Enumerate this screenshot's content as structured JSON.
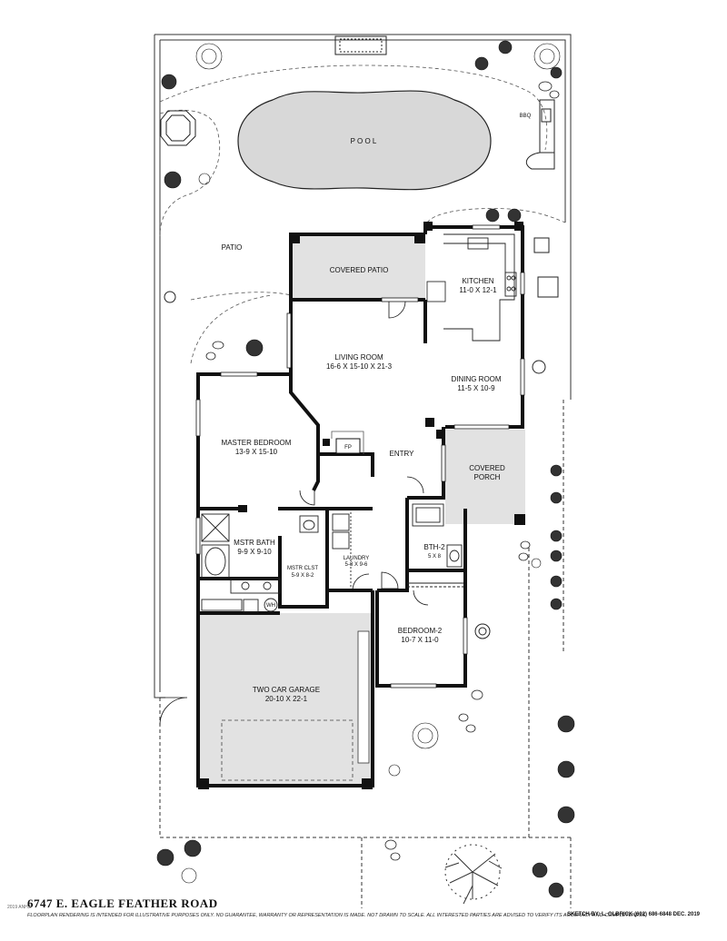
{
  "address": "6747 E. EAGLE FEATHER ROAD",
  "disclaimer": "FLOORPLAN RENDERING IS INTENDED FOR ILLUSTRATIVE PURPOSES ONLY.  NO GUARANTEE, WARRANTY OR REPRESENTATION IS MADE.  NOT DRAWN TO SCALE.  ALL INTERESTED PARTIES ARE ADVISED TO VERIFY ITS ACCURACY AND COMPLETENESS.",
  "sketch_credit": "SKETCH BY:  L. OLBRICK  (602) 686-6848  DEC. 2019",
  "copyright": "2019 ANHS",
  "labels": {
    "pool": "P O O L",
    "bbq": "BBQ",
    "patio": "PATIO",
    "covered_patio": "COVERED PATIO",
    "kitchen": "KITCHEN",
    "kitchen_dim": "11-0 X 12-1",
    "living_room": "LIVING ROOM",
    "living_room_dim": "16-6 X 15-10 X 21-3",
    "dining_room": "DINING ROOM",
    "dining_room_dim": "11-5  X  10-9",
    "master_bedroom": "MASTER BEDROOM",
    "master_bedroom_dim": "13-9  X  15-10",
    "fp": "FP",
    "entry": "ENTRY",
    "covered_porch_1": "COVERED",
    "covered_porch_2": "PORCH",
    "mstr_bath": "MSTR BATH",
    "mstr_bath_dim": "9-9  X  9-10",
    "mstr_clst": "MSTR CLST",
    "mstr_clst_dim": "5-9 X 8-2",
    "laundry": "LAUNDRY",
    "laundry_dim": "5-8 X 9-6",
    "bth2": "BTH-2",
    "bth2_dim": "5 X 8",
    "bedroom2": "BEDROOM-2",
    "bedroom2_dim": "10-7  X 11-0",
    "garage": "TWO CAR GARAGE",
    "garage_dim": "20-10  X  22-1",
    "wh": "WH"
  }
}
